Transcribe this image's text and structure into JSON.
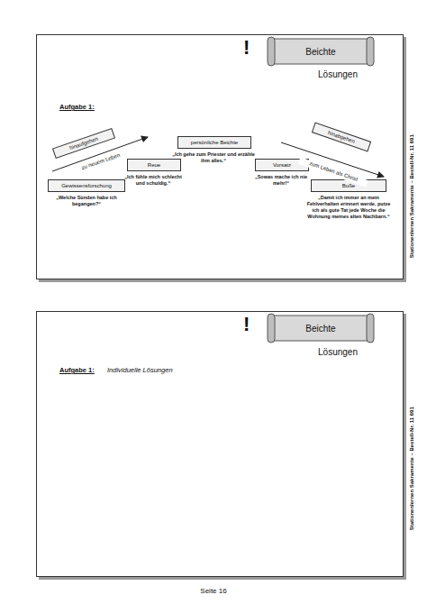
{
  "diagram": {
    "nodes": [
      {
        "text": [
          "Aufgabe 1:"
        ]
      },
      {
        "text": [
          "Beichte"
        ],
        "in": 0
      },
      {
        "text": [
          "hinaufgehen"
        ],
        "in": 0
      },
      {
        "text": [
          "Gewissensforschung"
        ],
        "in": 0
      },
      {
        "text": [
          "Reue"
        ],
        "in": 0
      },
      {
        "text": [
          "persönliche Beichte"
        ],
        "in": 0
      },
      {
        "text": [
          "Vorsatz"
        ],
        "in": 0
      },
      {
        "text": [
          "hinabgehen"
        ],
        "in": 0
      },
      {
        "text": [
          "Buße"
        ],
        "in": 0
      },
      {
        "text": [
          "Aufgabe 1:",
          "Individuelle Lösungen"
        ]
      },
      {
        "text": [
          "Beichte"
        ],
        "in": 9
      }
    ],
    "labels": [
      "!",
      "Lösungen",
      "zu neuem Leben",
      "„Welche Sünden habe ich begangen?“",
      "„Ich fühle mich schlecht und schuldig.“",
      "„Ich gehe zum Priester und erzähle ihm alles.“",
      "„Sowas mache ich nie mehr!“",
      "zum Leben als Christ",
      "„Damit ich immer an mein Fehlverhalten erinnert werde, putze ich als gute Tat jede Woche die Wohnung meines alten Nachbarn.“",
      "Stationenlernen Sakramente – Bestell-Nr. 11 691",
      "!",
      "Lösungen",
      "Stationenlernen Sakramente – Bestell-Nr. 11 691",
      "Seite 16"
    ]
  }
}
